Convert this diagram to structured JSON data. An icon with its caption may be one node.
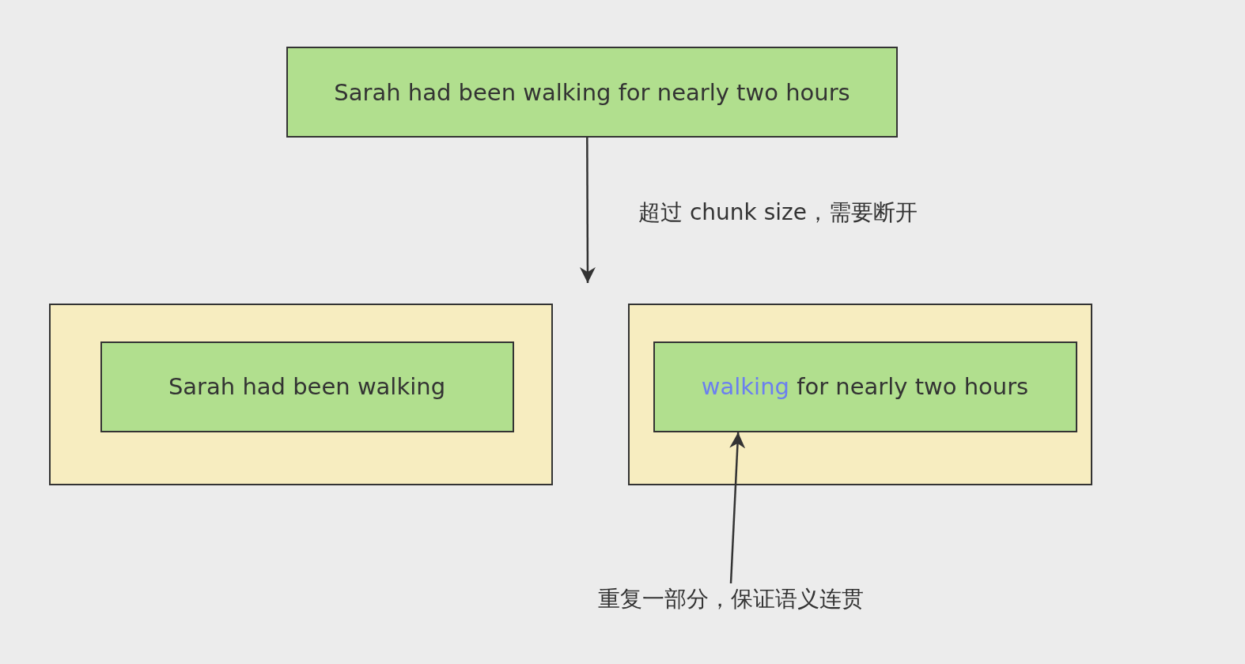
{
  "diagram": {
    "nodes": [
      {
        "text": [
          "Sarah had been walking for nearly two hours"
        ]
      },
      {
        "text": [],
        "shape": "box"
      },
      {
        "text": [
          "Sarah had been walking"
        ],
        "in": 1
      },
      {
        "text": [],
        "shape": "box"
      },
      {
        "text": [
          "walking for nearly two hours"
        ],
        "in": 3
      },
      {
        "text": [
          "重复一部分，保证语义连贯"
        ]
      }
    ],
    "edges": [
      {
        "from": 0,
        "to": null,
        "arrow": "to",
        "label": "超过 chunk size，需要断开"
      },
      {
        "from": 5,
        "to": 4,
        "arrow": "to"
      }
    ]
  }
}
